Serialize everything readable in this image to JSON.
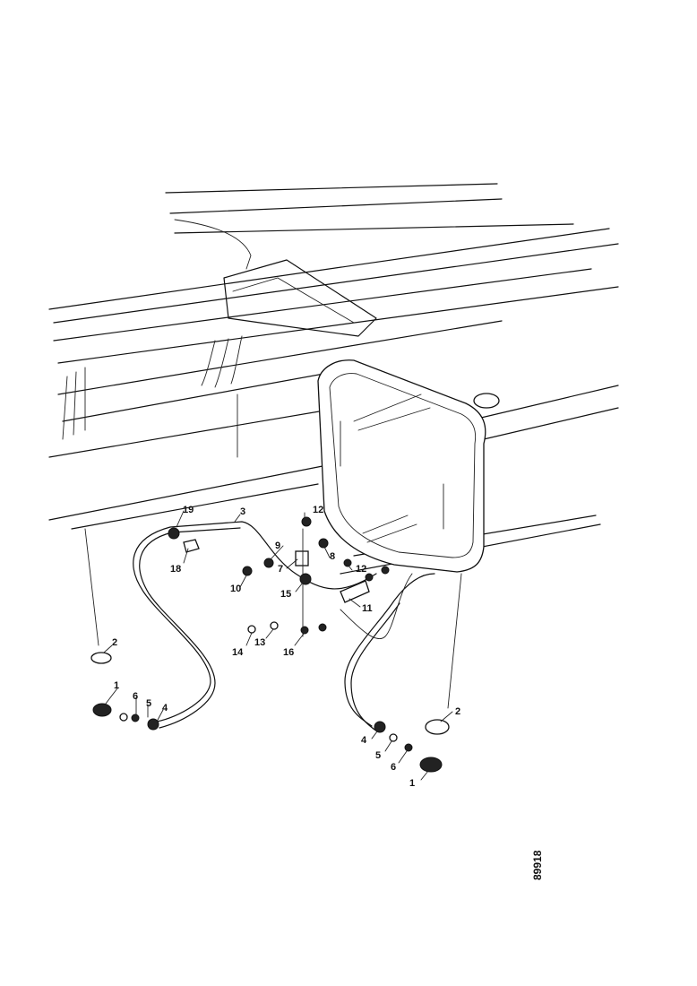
{
  "reference_number": "89918",
  "callouts": {
    "c1a": "1",
    "c1b": "1",
    "c2a": "2",
    "c2b": "2",
    "c3": "3",
    "c4a": "4",
    "c4b": "4",
    "c5a": "5",
    "c5b": "5",
    "c6a": "6",
    "c6b": "6",
    "c7": "7",
    "c8": "8",
    "c9": "9",
    "c10": "10",
    "c11": "11",
    "c12a": "12",
    "c12b": "12",
    "c13": "13",
    "c14": "14",
    "c15": "15",
    "c16": "16",
    "c18": "18",
    "c19": "19"
  }
}
